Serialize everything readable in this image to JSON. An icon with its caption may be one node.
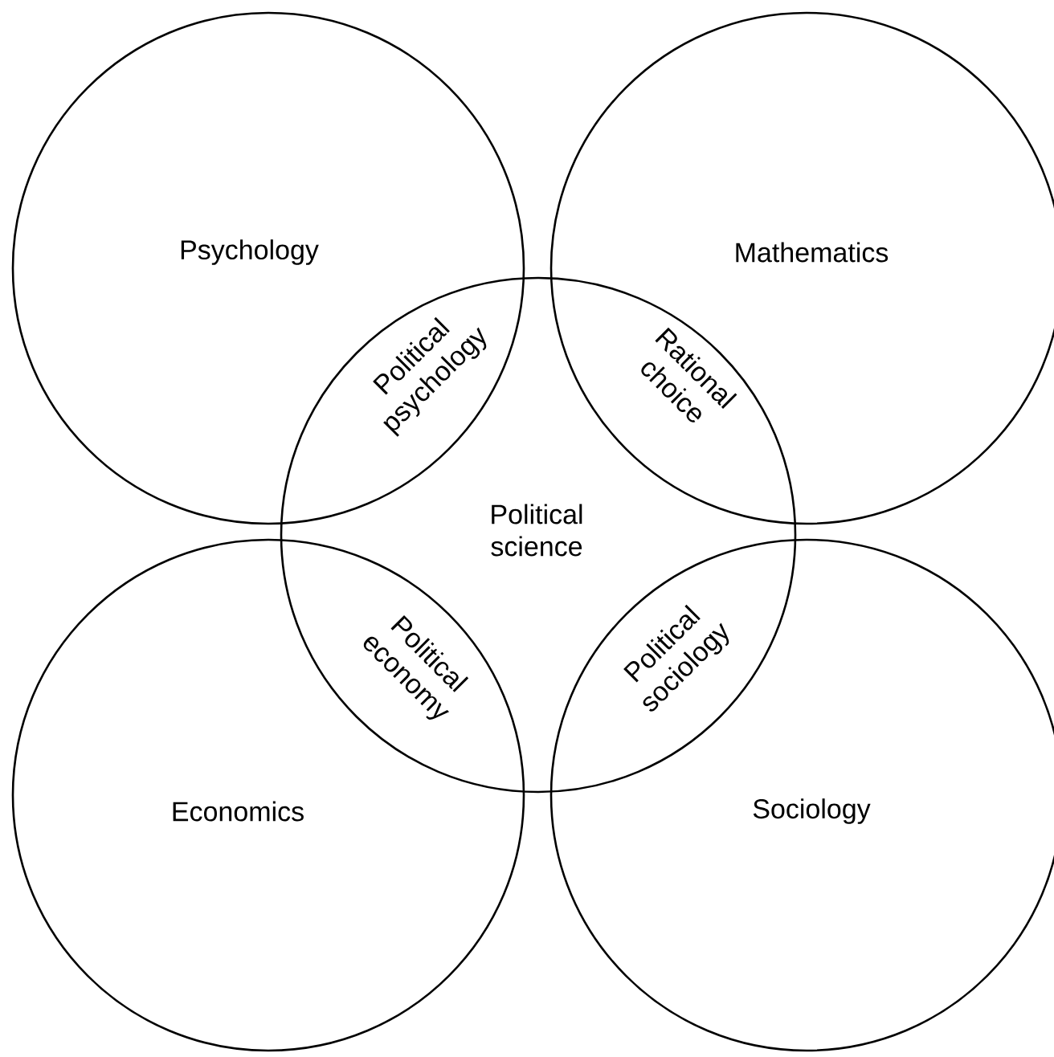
{
  "diagram": {
    "nodes": [
      {
        "text": [
          "Psychology"
        ]
      },
      {
        "text": [
          "Mathematics"
        ]
      },
      {
        "text": [
          "Political science"
        ]
      },
      {
        "text": [
          "Economics"
        ]
      },
      {
        "text": [
          "Sociology"
        ]
      }
    ],
    "labels": [
      "Political psychology",
      "Rational choice",
      "Political economy",
      "Political sociology"
    ]
  }
}
